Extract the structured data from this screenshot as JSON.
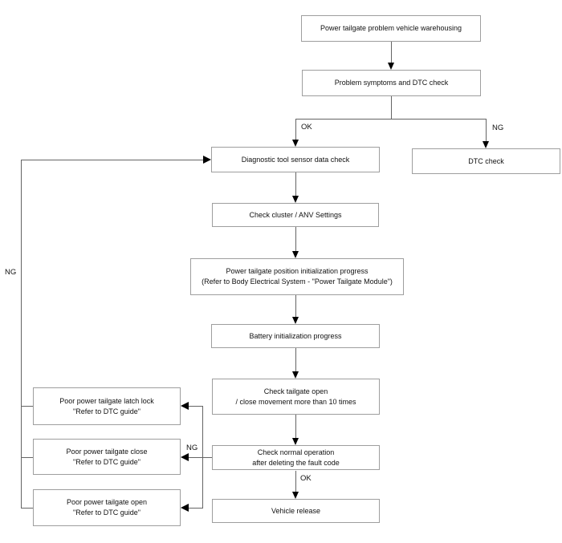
{
  "colors": {
    "background": "#ffffff",
    "box_border": "#9e9e9e",
    "connector_line": "#646464",
    "arrowhead": "#000000",
    "text": "#111111"
  },
  "nodes": {
    "warehousing": {
      "text": "Power tailgate problem vehicle warehousing"
    },
    "symptoms": {
      "text": "Problem symptoms and DTC check"
    },
    "diagnostic": {
      "text": "Diagnostic tool sensor data check"
    },
    "dtc_check": {
      "text": "DTC check"
    },
    "cluster": {
      "text": "Check cluster / ANV Settings"
    },
    "position_init": {
      "line1": "Power tailgate position initialization progress",
      "line2": "(Refer to Body Electrical System - \"Power Tailgate Module\")"
    },
    "battery_init": {
      "text": "Battery initialization progress"
    },
    "tailgate_cycle": {
      "line1": "Check tailgate open",
      "line2": "/ close movement more than 10 times"
    },
    "normal_operation": {
      "line1": "Check normal operation",
      "line2": "after deleting the fault code"
    },
    "vehicle_release": {
      "text": "Vehicle release"
    },
    "poor_latch_lock": {
      "line1": "Poor power tailgate latch lock",
      "line2": "\"Refer to DTC guide\""
    },
    "poor_close": {
      "line1": "Poor power tailgate close",
      "line2": "\"Refer to DTC guide\""
    },
    "poor_open": {
      "line1": "Poor power tailgate open",
      "line2": "\"Refer to DTC guide\""
    }
  },
  "edge_labels": {
    "ok_branch": "OK",
    "ng_branch": "NG",
    "ng_loop": "NG",
    "ng_fan": "NG",
    "ok_release": "OK"
  }
}
